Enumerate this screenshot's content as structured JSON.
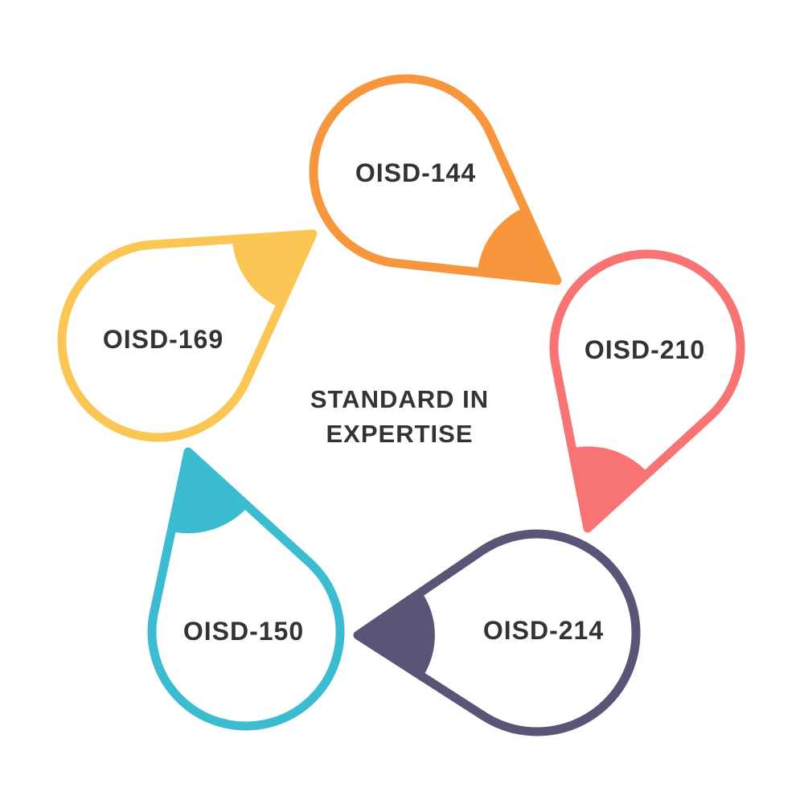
{
  "center": {
    "line1": "STANDARD IN",
    "line2": "EXPERTISE"
  },
  "pins": [
    {
      "id": "oisd-144",
      "label": "OISD-144",
      "color": "#F7963D"
    },
    {
      "id": "oisd-210",
      "label": "OISD-210",
      "color": "#F87373"
    },
    {
      "id": "oisd-214",
      "label": "OISD-214",
      "color": "#5A5476"
    },
    {
      "id": "oisd-150",
      "label": "OISD-150",
      "color": "#3BBCD0"
    },
    {
      "id": "oisd-169",
      "label": "OISD-169",
      "color": "#FCC654"
    }
  ]
}
